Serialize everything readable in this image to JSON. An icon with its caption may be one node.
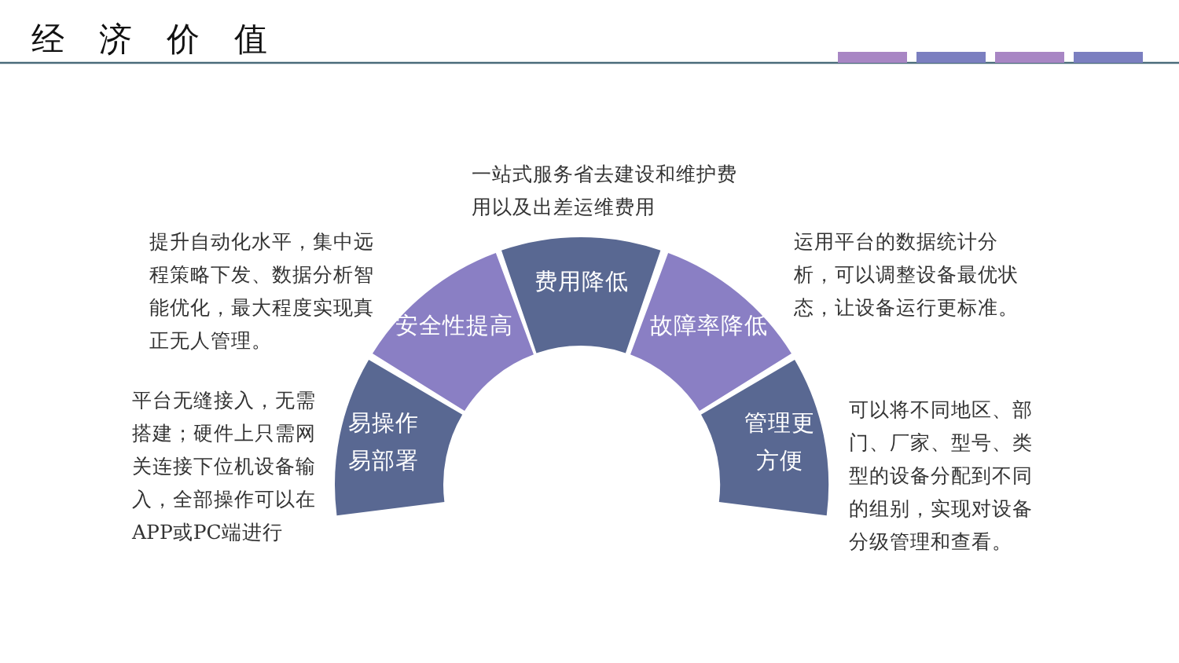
{
  "diagram": {
    "title": "经济价值",
    "nodes": [
      {
        "text": [
          "易操作易部署"
        ],
        "beside": [
          "平台无缝接入，无需搭建；硬件上只需网关连接下位机设备输入，全部操作可以在APP或PC端进行"
        ]
      },
      {
        "text": [
          "安全性提高"
        ],
        "beside": [
          "提升自动化水平，集中远程策略下发、数据分析智能优化，最大程度实现真正无人管理。"
        ]
      },
      {
        "text": [
          "费用降低"
        ],
        "beside": [
          "一站式服务省去建设和维护费用以及出差运维费用"
        ]
      },
      {
        "text": [
          "故障率降低"
        ],
        "beside": [
          "运用平台的数据统计分析，可以调整设备最优状态，让设备运行更标准。"
        ]
      },
      {
        "text": [
          "管理更方便"
        ],
        "beside": [
          "可以将不同地区、部门、厂家、型号、类型的设备分配到不同的组别，实现对设备分级管理和查看。"
        ]
      }
    ]
  }
}
